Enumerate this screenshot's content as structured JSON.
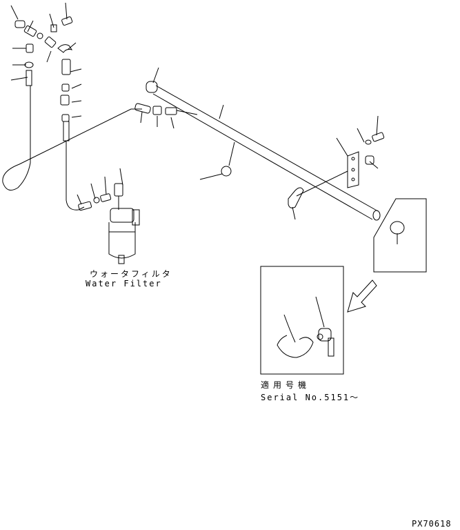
{
  "labels": {
    "water_filter_jp": "ウォータフィルタ",
    "water_filter_en": "Water Filter",
    "serial_jp": "適用号機",
    "serial_en": "Serial No.5151～",
    "drawing_code": "PX70618"
  },
  "colors": {
    "line": "#000000",
    "background": "#ffffff"
  }
}
